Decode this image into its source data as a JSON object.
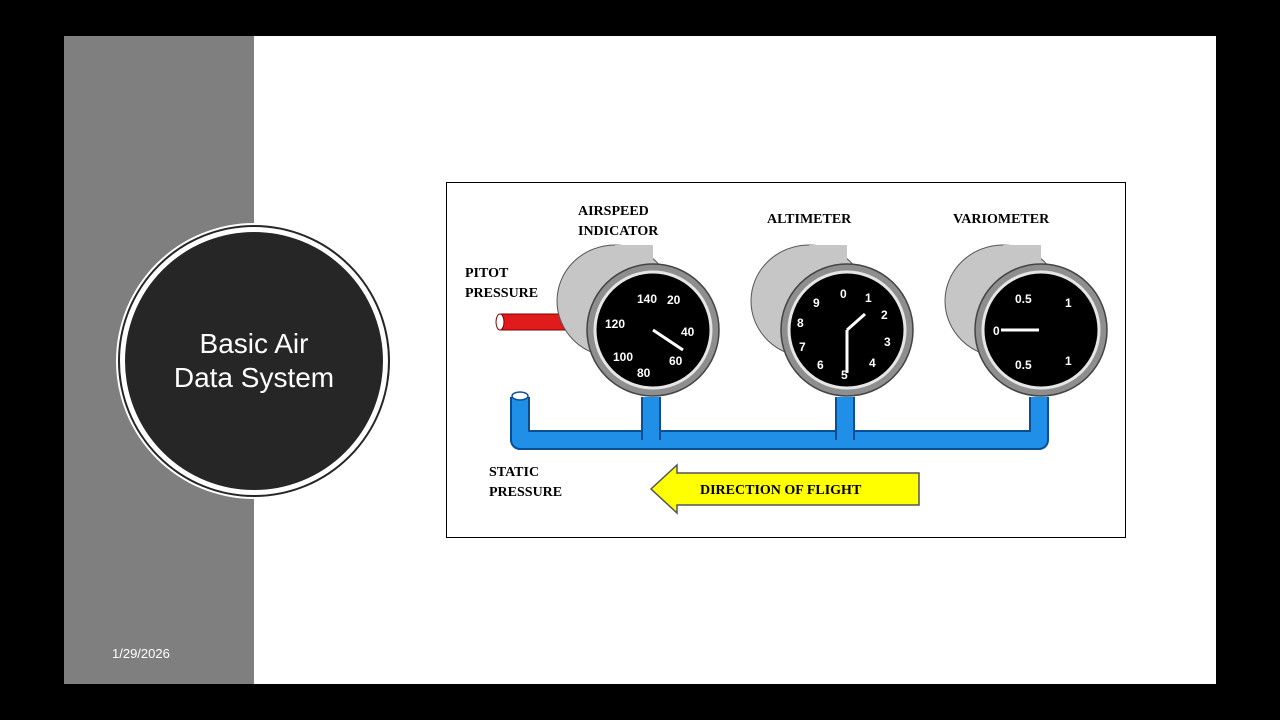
{
  "slide": {
    "title_line1": "Basic Air",
    "title_line2": "Data System",
    "date": "1/29/2026"
  },
  "colors": {
    "background": "#000000",
    "side_panel": "#7f7f7f",
    "title_circle": "#262626",
    "pipe": "#1f8fe8",
    "pitot_tube": "#e11b1b",
    "arrow": "#ffff00"
  },
  "diagram": {
    "airspeed": {
      "label_line1": "AIRSPEED",
      "label_line2": "INDICATOR",
      "scale": [
        "140",
        "20",
        "40",
        "60",
        "80",
        "100",
        "120"
      ]
    },
    "altimeter": {
      "label": "ALTIMETER",
      "scale": [
        "0",
        "1",
        "2",
        "3",
        "4",
        "5",
        "6",
        "7",
        "8",
        "9"
      ]
    },
    "variometer": {
      "label": "VARIOMETER",
      "scale": [
        "0.5",
        "1",
        "0",
        "0.5",
        "1"
      ]
    },
    "pitot_line1": "PITOT",
    "pitot_line2": "PRESSURE",
    "static_line1": "STATIC",
    "static_line2": "PRESSURE",
    "direction": "DIRECTION OF FLIGHT"
  }
}
